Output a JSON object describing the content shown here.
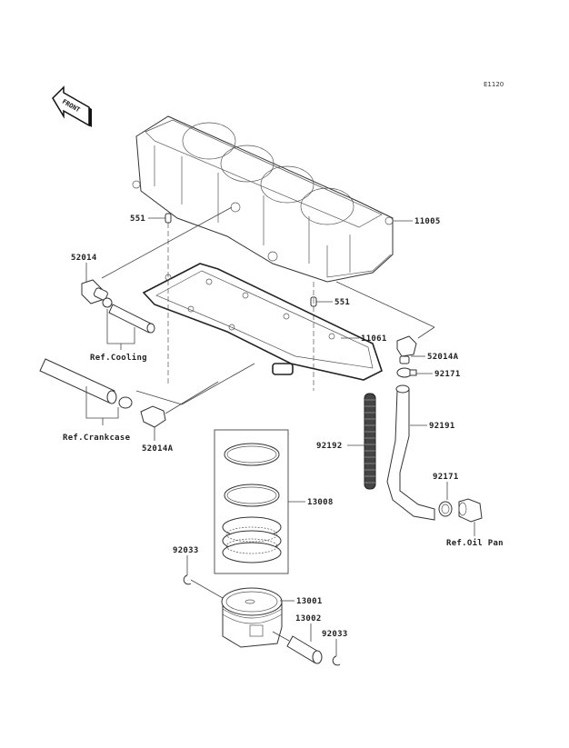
{
  "diagram": {
    "code": "E1120",
    "front_badge": "FRONT",
    "labels": [
      {
        "id": "11005",
        "text": "11005"
      },
      {
        "id": "551-a",
        "text": "551"
      },
      {
        "id": "551-b",
        "text": "551"
      },
      {
        "id": "52014",
        "text": "52014"
      },
      {
        "id": "11061",
        "text": "11061"
      },
      {
        "id": "52014A-a",
        "text": "52014A"
      },
      {
        "id": "92171-a",
        "text": "92171"
      },
      {
        "id": "ref-cooling",
        "text": "Ref.Cooling"
      },
      {
        "id": "ref-crankcase",
        "text": "Ref.Crankcase"
      },
      {
        "id": "52014A-b",
        "text": "52014A"
      },
      {
        "id": "92191",
        "text": "92191"
      },
      {
        "id": "92192",
        "text": "92192"
      },
      {
        "id": "13008",
        "text": "13008"
      },
      {
        "id": "92171-b",
        "text": "92171"
      },
      {
        "id": "ref-oil-pan",
        "text": "Ref.Oil Pan"
      },
      {
        "id": "92033-a",
        "text": "92033"
      },
      {
        "id": "13001",
        "text": "13001"
      },
      {
        "id": "13002",
        "text": "13002"
      },
      {
        "id": "92033-b",
        "text": "92033"
      }
    ],
    "parts": [
      {
        "number": "11005",
        "name": "cylinder-block"
      },
      {
        "number": "551",
        "name": "dowel-pin"
      },
      {
        "number": "52014",
        "name": "fitting"
      },
      {
        "number": "11061",
        "name": "cylinder-gasket"
      },
      {
        "number": "52014A",
        "name": "fitting"
      },
      {
        "number": "92171",
        "name": "hose-clamp"
      },
      {
        "number": "92191",
        "name": "oil-hose"
      },
      {
        "number": "92192",
        "name": "spring-hose"
      },
      {
        "number": "13008",
        "name": "piston-ring-set"
      },
      {
        "number": "13001",
        "name": "piston"
      },
      {
        "number": "13002",
        "name": "piston-pin"
      },
      {
        "number": "92033",
        "name": "circlip"
      }
    ]
  }
}
